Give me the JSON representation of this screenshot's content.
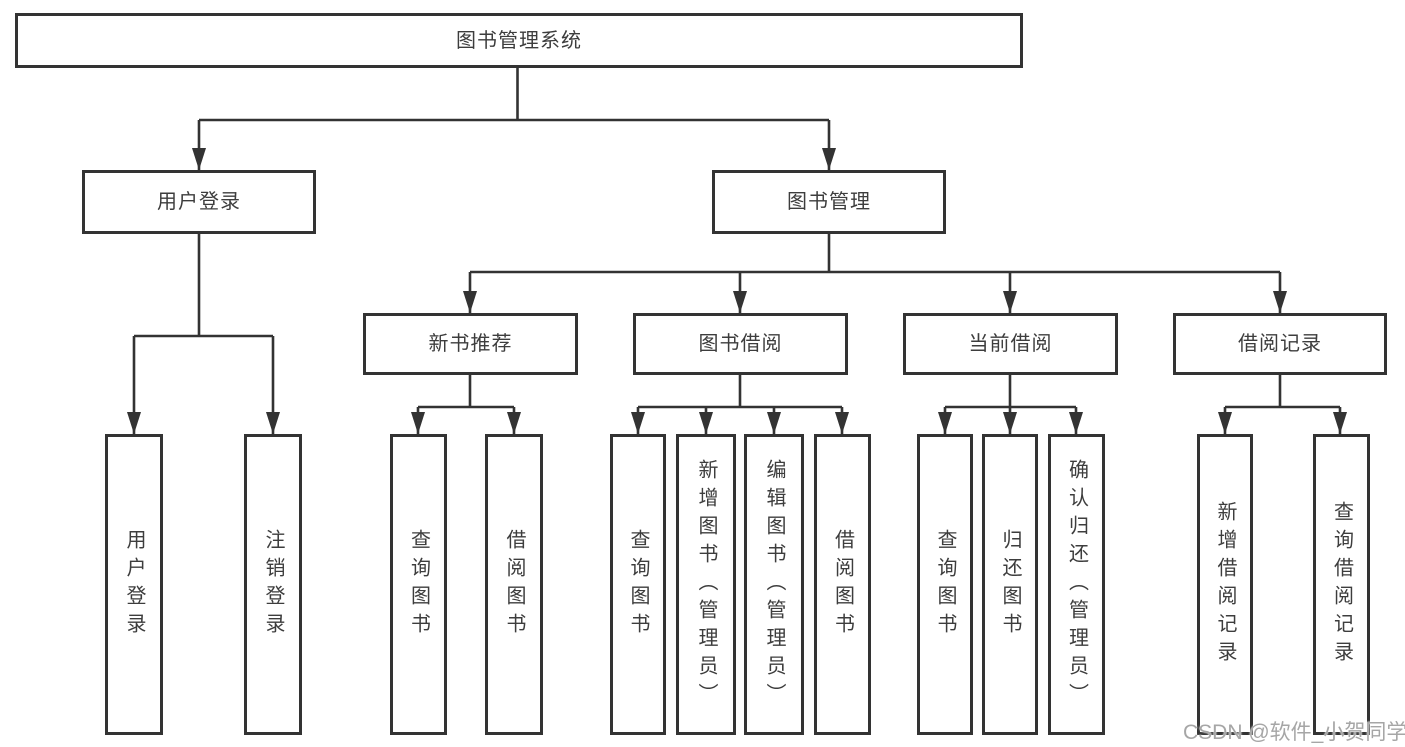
{
  "tree": {
    "root": "图书管理系统",
    "children": [
      {
        "label": "用户登录",
        "children": [
          "用户登录",
          "注销登录"
        ]
      },
      {
        "label": "图书管理",
        "children": [
          {
            "label": "新书推荐",
            "children": [
              "查询图书",
              "借阅图书"
            ]
          },
          {
            "label": "图书借阅",
            "children": [
              "查询图书",
              "新增图书（管理员）",
              "编辑图书（管理员）",
              "借阅图书"
            ]
          },
          {
            "label": "当前借阅",
            "children": [
              "查询图书",
              "归还图书",
              "确认归还（管理员）"
            ]
          },
          {
            "label": "借阅记录",
            "children": [
              "新增借阅记录",
              "查询借阅记录"
            ]
          }
        ]
      }
    ]
  },
  "edges": [
    [
      "图书管理系统",
      "用户登录"
    ],
    [
      "图书管理系统",
      "图书管理"
    ],
    [
      "用户登录",
      "用户登录"
    ],
    [
      "用户登录",
      "注销登录"
    ],
    [
      "图书管理",
      "新书推荐"
    ],
    [
      "图书管理",
      "图书借阅"
    ],
    [
      "图书管理",
      "当前借阅"
    ],
    [
      "图书管理",
      "借阅记录"
    ],
    [
      "新书推荐",
      "查询图书"
    ],
    [
      "新书推荐",
      "借阅图书"
    ],
    [
      "图书借阅",
      "查询图书"
    ],
    [
      "图书借阅",
      "新增图书（管理员）"
    ],
    [
      "图书借阅",
      "编辑图书（管理员）"
    ],
    [
      "图书借阅",
      "借阅图书"
    ],
    [
      "当前借阅",
      "查询图书"
    ],
    [
      "当前借阅",
      "归还图书"
    ],
    [
      "当前借阅",
      "确认归还（管理员）"
    ],
    [
      "借阅记录",
      "新增借阅记录"
    ],
    [
      "借阅记录",
      "查询借阅记录"
    ]
  ],
  "watermark": {
    "text": "CSDN @软件_小贺同学"
  },
  "colors": {
    "line": "#333333",
    "border": "#333333",
    "text": "#3d3d3d",
    "background": "#ffffff",
    "watermark": "#a6a6a6"
  }
}
